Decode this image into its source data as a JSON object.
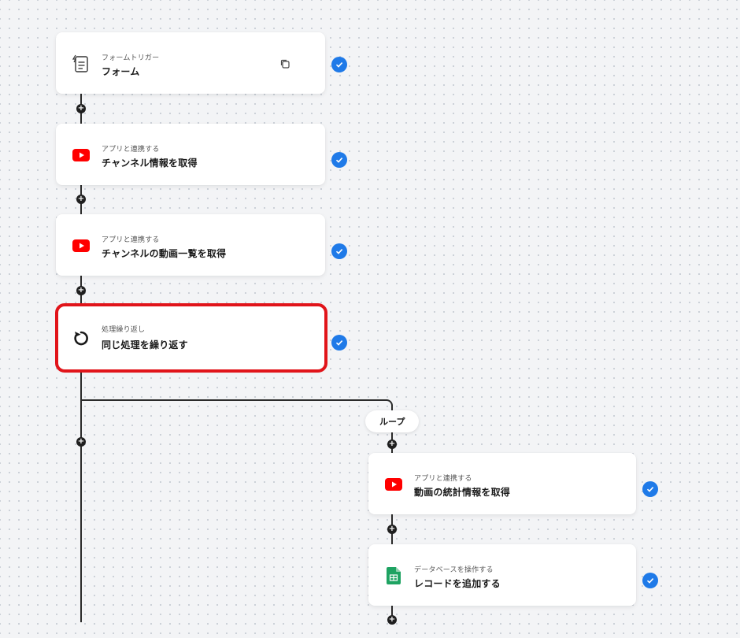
{
  "steps": [
    {
      "caption": "フォームトリガー",
      "title": "フォーム",
      "icon": "form-icon"
    },
    {
      "caption": "アプリと連携する",
      "title": "チャンネル情報を取得",
      "icon": "youtube-icon"
    },
    {
      "caption": "アプリと連携する",
      "title": "チャンネルの動画一覧を取得",
      "icon": "youtube-icon"
    },
    {
      "caption": "処理繰り返し",
      "title": "同じ処理を繰り返す",
      "icon": "loop-icon"
    }
  ],
  "loop": {
    "label": "ループ",
    "steps": [
      {
        "caption": "アプリと連携する",
        "title": "動画の統計情報を取得",
        "icon": "youtube-icon"
      },
      {
        "caption": "データベースを操作する",
        "title": "レコードを追加する",
        "icon": "sheets-icon"
      }
    ]
  },
  "colors": {
    "accent": "#1f7ae8",
    "selection": "#e1141a",
    "youtube": "#ff0000",
    "sheets": "#1ea362"
  }
}
